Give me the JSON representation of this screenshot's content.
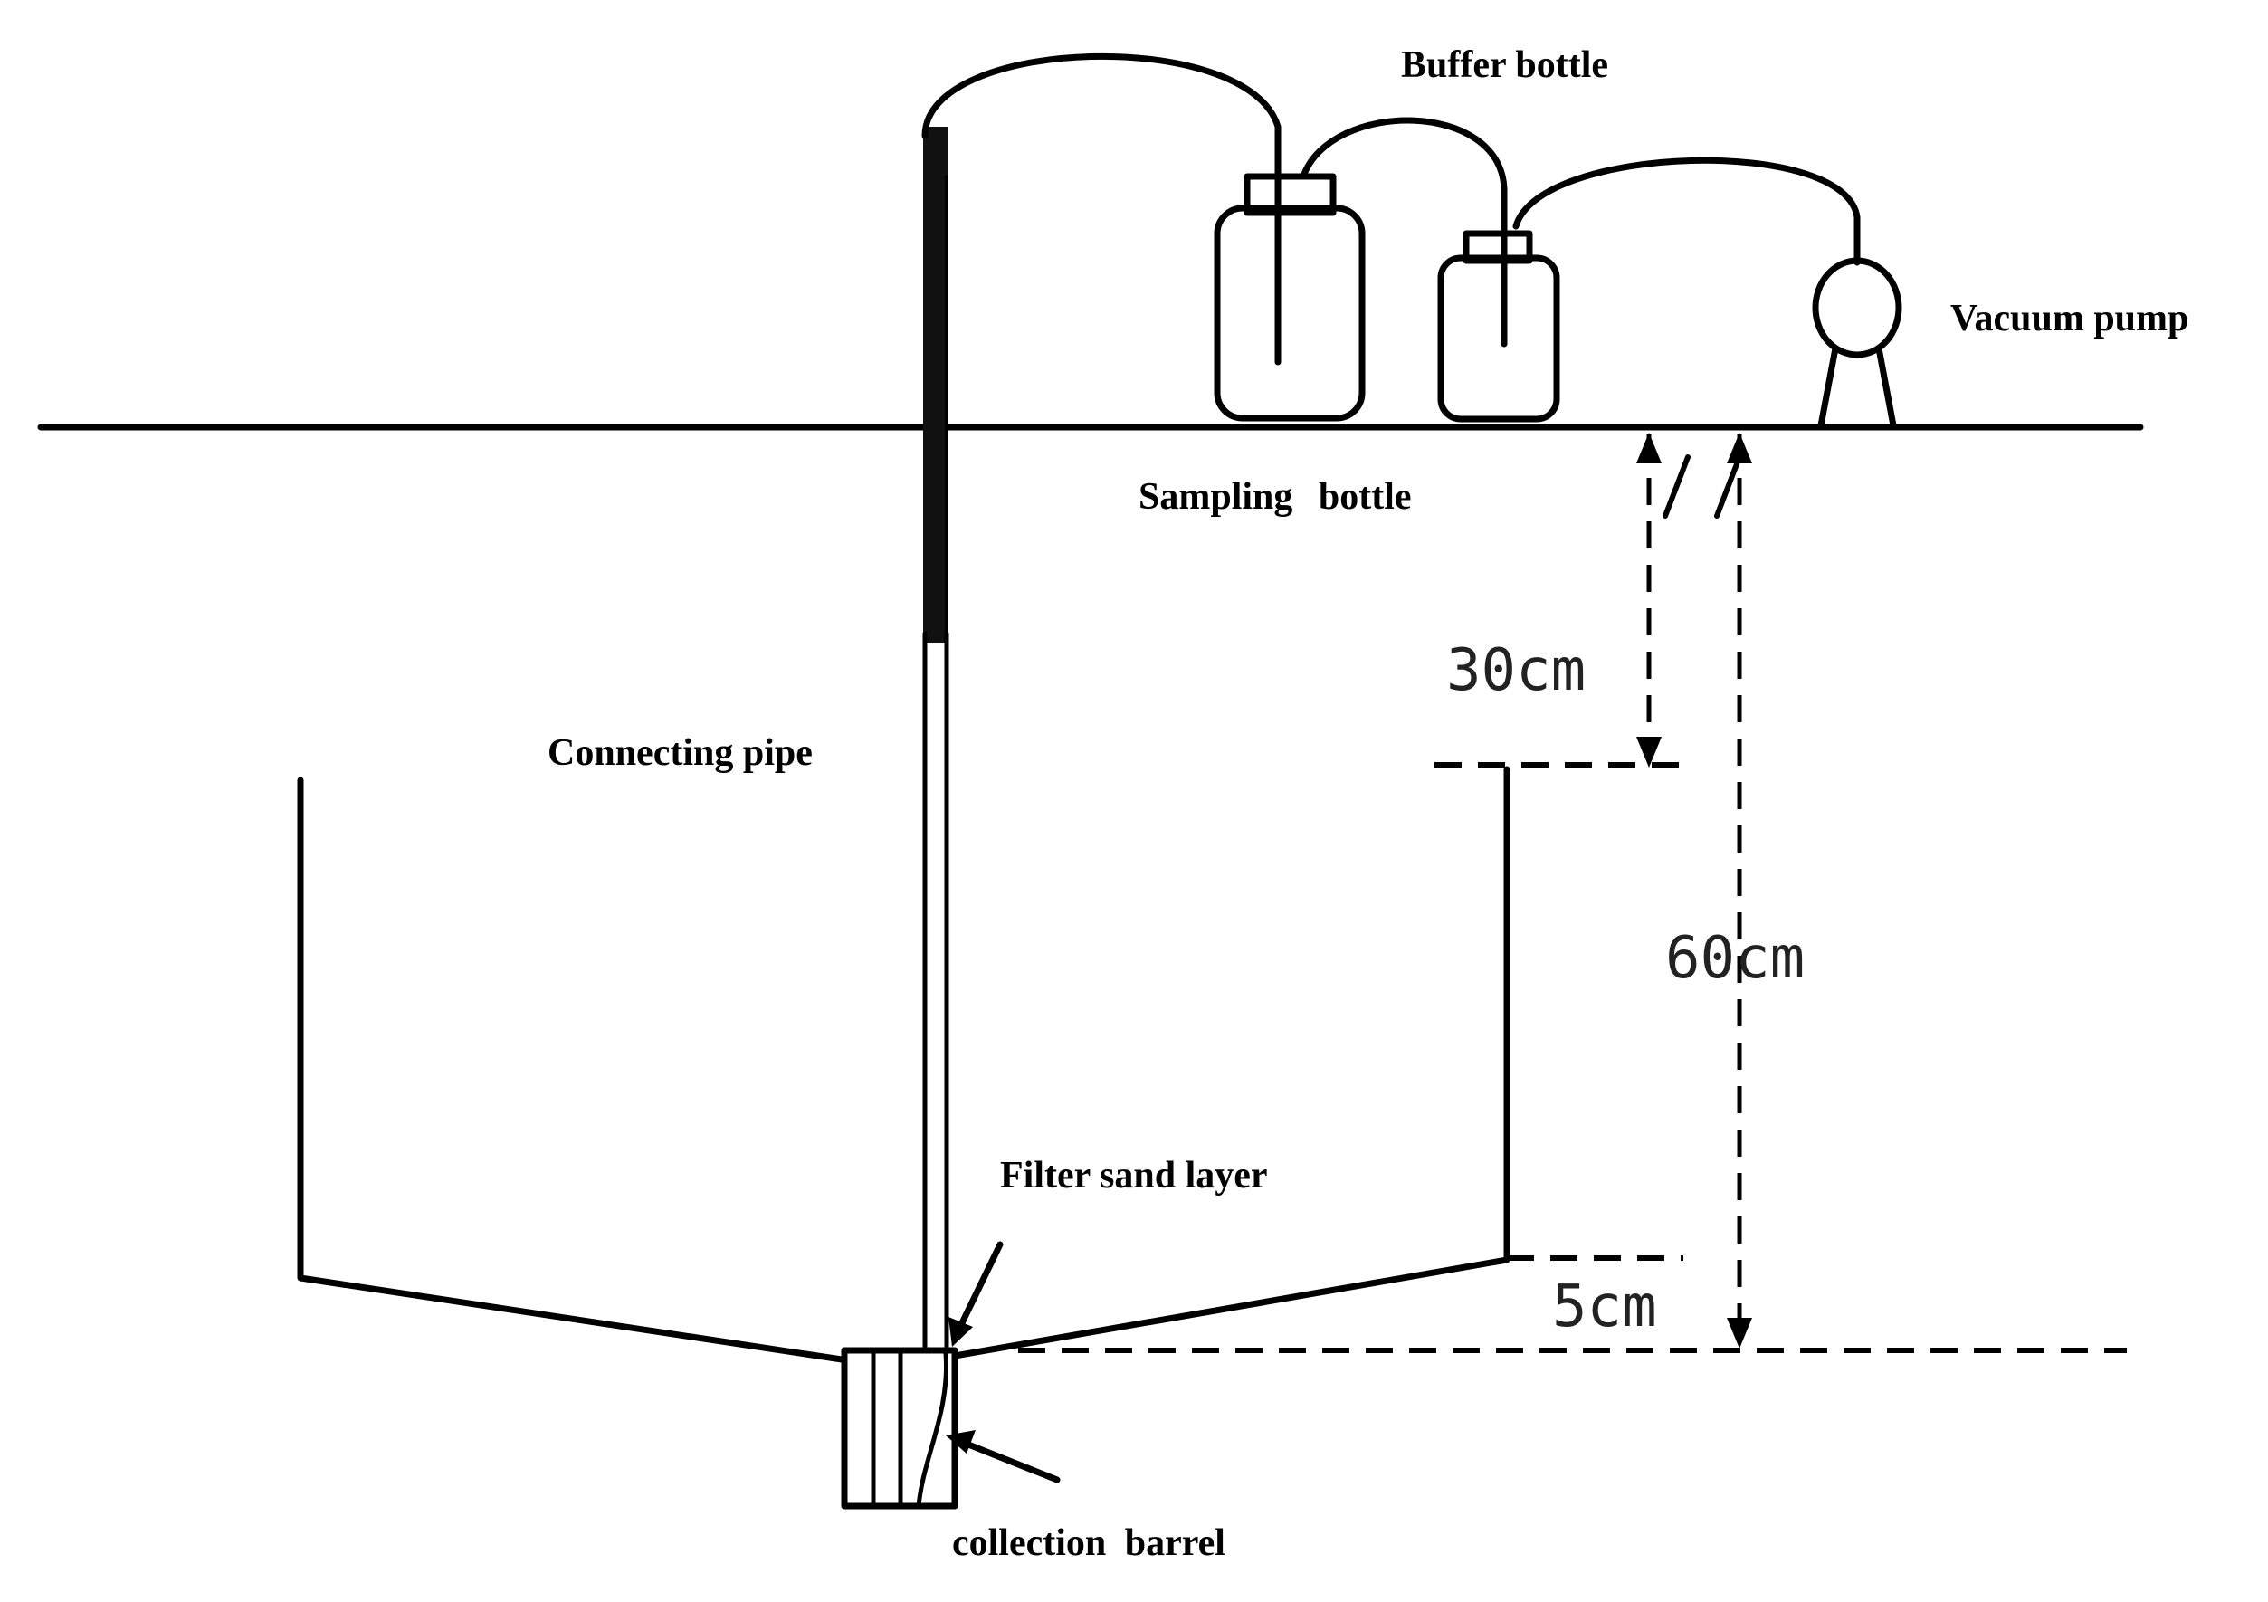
{
  "labels": {
    "buffer_bottle": "Buffer bottle",
    "vacuum_pump": "Vacuum pump",
    "sampling_bottle": "Sampling bottle",
    "connecting_pipe": "Connecting pipe",
    "filter_sand_layer": "Filter sand layer",
    "collection_barrel": "collection barrel"
  },
  "dimensions": {
    "top": "30cm",
    "total": "60cm",
    "bottom": "5cm"
  }
}
